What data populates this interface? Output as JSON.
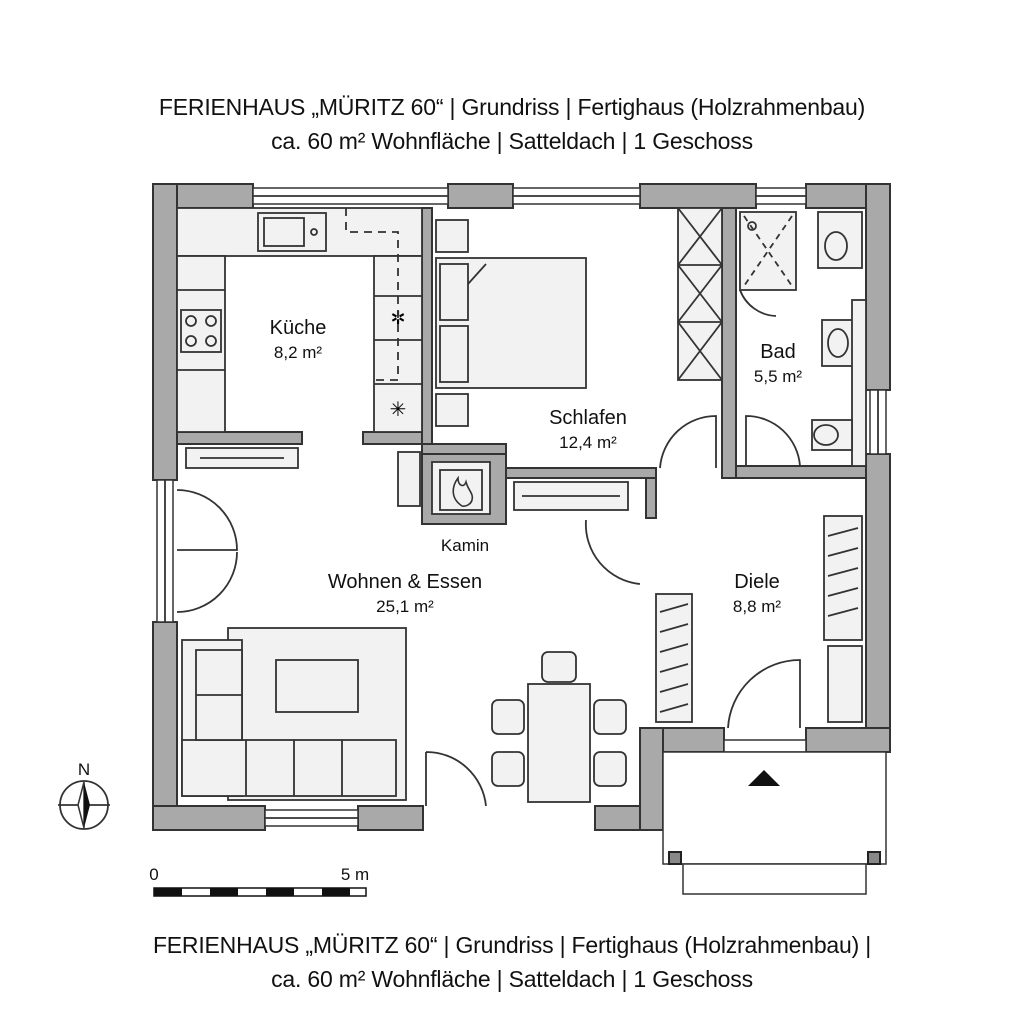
{
  "header": {
    "line1": "FERIENHAUS „MÜRITZ 60“ | Grundriss | Fertighaus (Holzrahmenbau)",
    "line2": "ca. 60 m² Wohnfläche | Satteldach | 1 Geschoss"
  },
  "footer": {
    "line1": "FERIENHAUS „MÜRITZ 60“  | Grundriss | Fertighaus (Holzrahmenbau) |",
    "line2": "ca. 60 m² Wohnfläche | Satteldach | 1 Geschoss"
  },
  "rooms": {
    "kueche": {
      "name": "Küche",
      "area": "8,2 m²"
    },
    "schlafen": {
      "name": "Schlafen",
      "area": "12,4 m²"
    },
    "bad": {
      "name": "Bad",
      "area": "5,5 m²"
    },
    "wohnen": {
      "name": "Wohnen & Essen",
      "area": "25,1 m²"
    },
    "diele": {
      "name": "Diele",
      "area": "8,8 m²"
    }
  },
  "labels": {
    "kamin": "Kamin",
    "north": "N"
  },
  "scale_bar": {
    "start": "0",
    "end": "5 m"
  }
}
